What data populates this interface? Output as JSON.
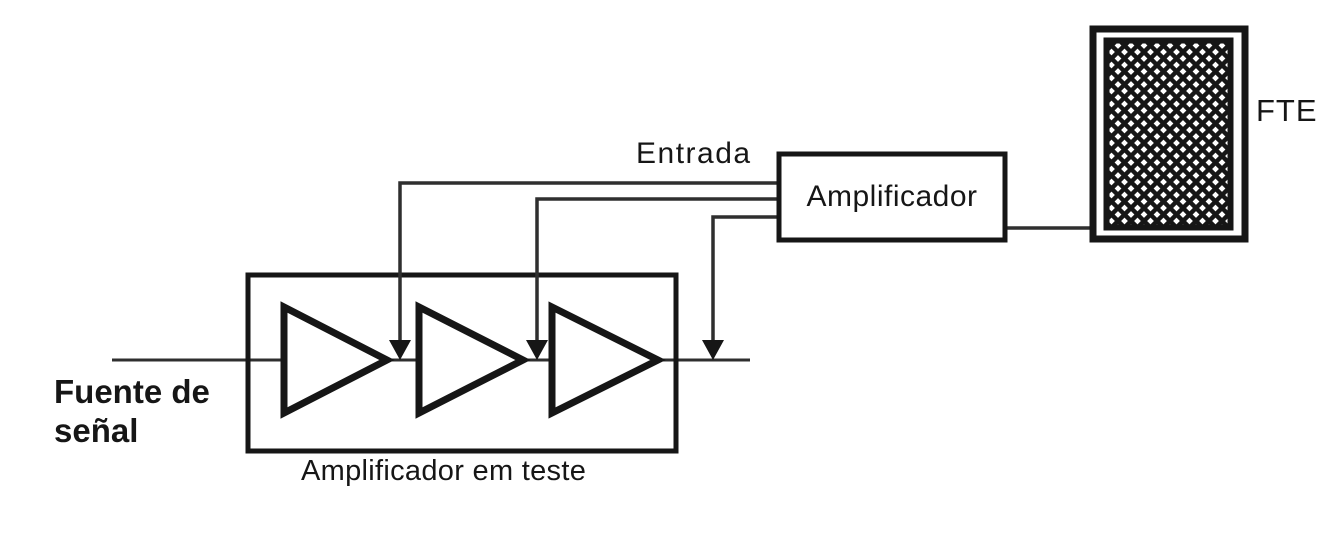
{
  "colors": {
    "background": "#ffffff",
    "ink": "#161616",
    "thin_line": "#2f2f2f"
  },
  "labels": {
    "source_line1": "Fuente de",
    "source_line2": "señal",
    "entrada": "Entrada",
    "amplifier_box": "Amplificador",
    "fte": "FTE",
    "caption": "Amplificador em teste"
  },
  "structure": {
    "type": "block-diagram",
    "amplifier_stages": 3,
    "tap_points": 3,
    "flow": [
      "Fuente de señal",
      "Amplificador em teste",
      "Amplificador",
      "FTE"
    ],
    "notes": "Signal line passes through a box with three cascaded amplifier stage triangles; taps after each stage (downward arrows onto the signal line) connect via lines to the Entrada side of a monitor Amplificador block, whose output drives a crosshatched speaker block labeled FTE."
  }
}
